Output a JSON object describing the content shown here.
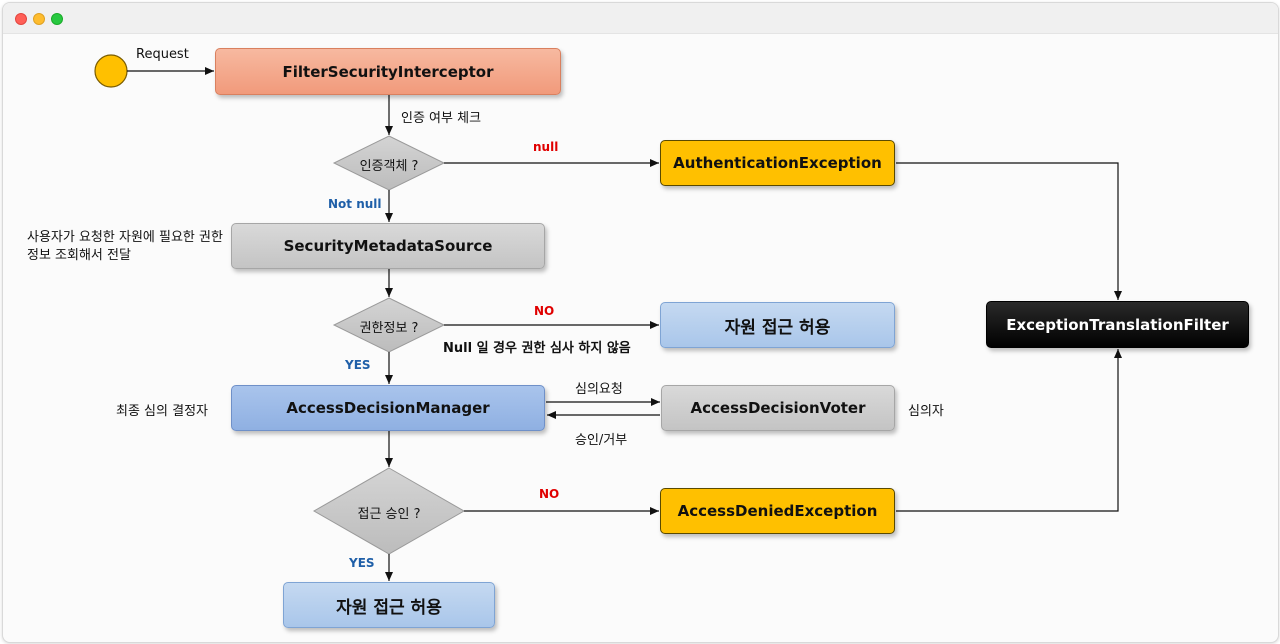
{
  "window": {
    "controls": [
      "close",
      "minimize",
      "zoom"
    ]
  },
  "nodes": {
    "filter_security_interceptor": "FilterSecurityInterceptor",
    "auth_check_decision": "인증객체 ?",
    "authentication_exception": "AuthenticationException",
    "security_metadata_source": "SecurityMetadataSource",
    "permission_decision": "권한정보 ?",
    "resource_access_allowed_1": "자원 접근 허용",
    "access_decision_manager": "AccessDecisionManager",
    "access_decision_voter": "AccessDecisionVoter",
    "access_approval_decision": "접근 승인 ?",
    "access_denied_exception": "AccessDeniedException",
    "resource_access_allowed_2": "자원 접근 허용",
    "exception_translation_filter": "ExceptionTranslationFilter"
  },
  "labels": {
    "request": "Request",
    "auth_check": "인증 여부 체크",
    "null": "null",
    "not_null": "Not null",
    "metadata_desc": "사용자가 요청한 자원에 필요한 권한 정보 조회해서 전달",
    "no_1": "NO",
    "null_no_check": "Null 일 경우 권한 심사 하지 않음",
    "yes_1": "YES",
    "final_decider": "최종 심의 결정자",
    "vote_request": "심의요청",
    "approve_deny": "승인/거부",
    "voter": "심의자",
    "no_2": "NO",
    "yes_2": "YES"
  },
  "colors": {
    "start_circle": "#ffc000",
    "salmon": "#f4a88c",
    "gold": "#ffc000",
    "blue": "#9bb8e6",
    "lightblue": "#b8d0ee",
    "gray": "#cfcfcf",
    "black": "#000000",
    "label_red": "#e00000",
    "label_blue": "#1f5fa8"
  }
}
